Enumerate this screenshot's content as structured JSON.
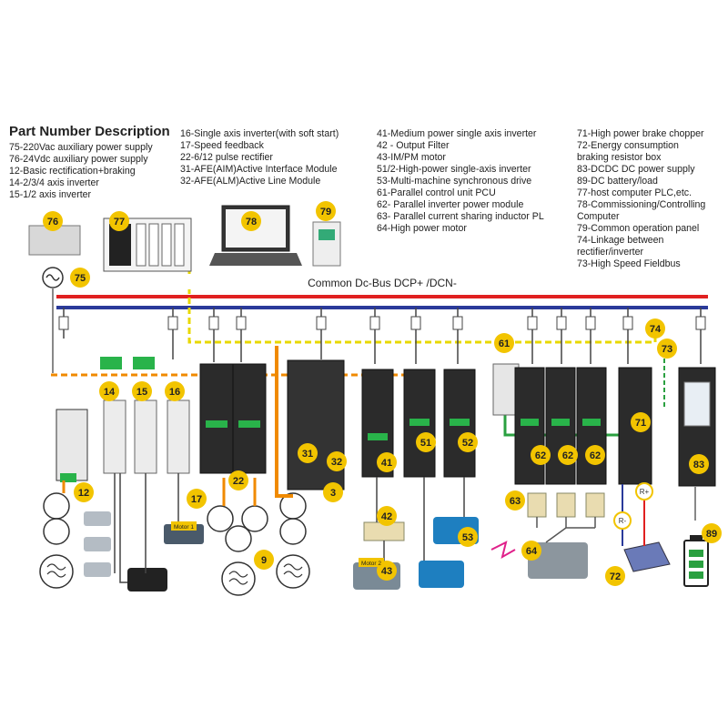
{
  "header": {
    "title": "Part Number Description"
  },
  "columns": [
    [
      "75-220Vac auxiliary power supply",
      "76-24Vdc auxiliary power supply",
      "12-Basic rectification+braking",
      "14-2/3/4 axis inverter",
      "15-1/2 axis inverter"
    ],
    [
      "16-Single axis inverter(with soft start)",
      "17-Speed feedback",
      "22-6/12 pulse rectifier",
      "31-AFE(AIM)Active Interface Module",
      "32-AFE(ALM)Active Line Module"
    ],
    [
      "41-Medium power single axis inverter",
      "42 - Output Filter",
      "43-IM/PM motor",
      "51/2-High-power single-axis inverter",
      "53-Multi-machine synchronous drive",
      "61-Parallel control unit PCU",
      "62- Parallel inverter power module",
      "63- Parallel current sharing inductor PL",
      "64-High power motor"
    ],
    [
      "71-High power brake chopper",
      "72-Energy consumption",
      "braking resistor box",
      "83-DCDC DC power supply",
      "89-DC battery/load",
      "77-host computer PLC,etc.",
      "78-Commissioning/Controlling",
      "Computer",
      "79-Common operation panel",
      "74-Linkage between",
      "rectifier/inverter",
      "73-High Speed Fieldbus"
    ]
  ],
  "bus": {
    "label": "Common Dc-Bus  DCP+ /DCN-"
  },
  "badges": [
    "76",
    "77",
    "78",
    "79",
    "75",
    "14",
    "15",
    "16",
    "61",
    "74",
    "73",
    "71",
    "12",
    "22",
    "17",
    "9",
    "31",
    "32",
    "3",
    "41",
    "42",
    "43",
    "51",
    "52",
    "53",
    "62",
    "62",
    "62",
    "63",
    "64",
    "72",
    "83",
    "89"
  ],
  "dc_signs": [
    "R+",
    "R-"
  ],
  "motor_tags": [
    "Motor 1",
    "Motor 2"
  ],
  "colors": {
    "bus_positive": "#e02020",
    "bus_negative": "#2a3a9a",
    "fieldbus": "#e8d800",
    "auxiliary": "#f08a00",
    "feedback": "#2aa040",
    "badge": "#f2c400"
  }
}
